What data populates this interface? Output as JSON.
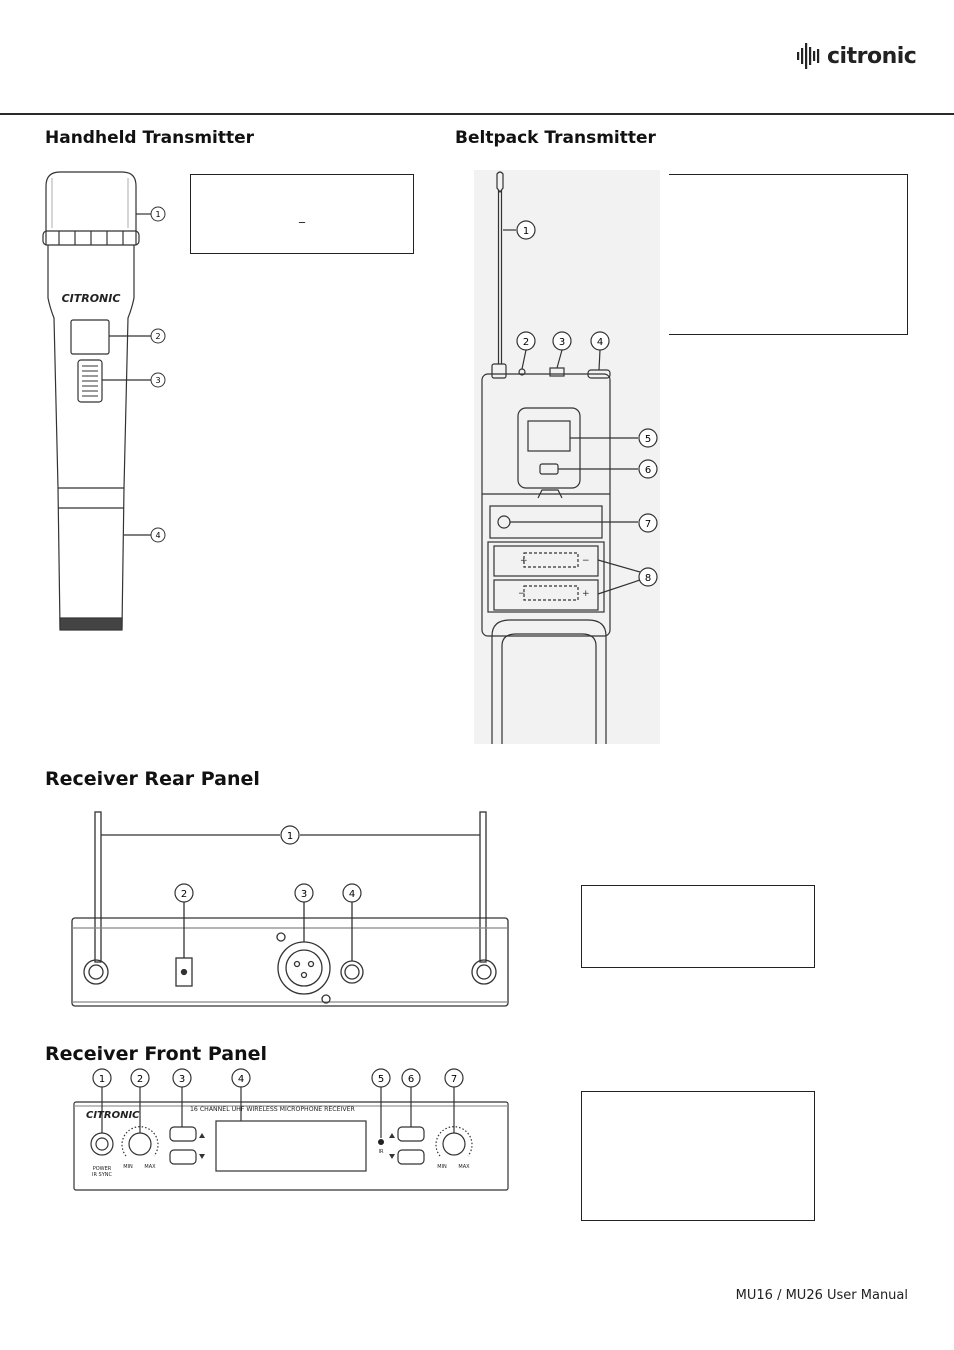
{
  "header": {
    "brand": "citronic",
    "brand_icon": "waveform-logo-icon"
  },
  "sections": {
    "handheld": {
      "title": "Handheld Transmitter",
      "callouts": [
        "1",
        "2",
        "3",
        "4"
      ],
      "box_text": "_",
      "logo_text": "CITRONIC"
    },
    "beltpack": {
      "title": "Beltpack Transmitter",
      "callouts": [
        "1",
        "2",
        "3",
        "4",
        "5",
        "6",
        "7",
        "8"
      ],
      "polarity": [
        "+",
        "−",
        "−",
        "+"
      ]
    },
    "rear": {
      "title": "Receiver Rear Panel",
      "callouts": [
        "1",
        "2",
        "3",
        "4"
      ]
    },
    "front": {
      "title": "Receiver Front Panel",
      "callouts": [
        "1",
        "2",
        "3",
        "4",
        "5",
        "6",
        "7"
      ],
      "logo_text": "CITRONIC",
      "panel_title": "16 CHANNEL UHF WIRELESS MICROPHONE RECEIVER",
      "power_label": "POWER",
      "sync_label": "IR SYNC",
      "min_label": "MIN",
      "max_label": "MAX",
      "ir_label": "IR"
    }
  },
  "footer": {
    "text": "MU16 / MU26 User Manual"
  }
}
